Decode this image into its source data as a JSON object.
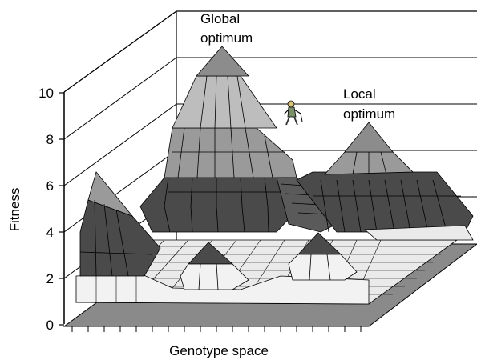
{
  "figure": {
    "y_axis": {
      "title": "Fitness",
      "ticks": [
        "0",
        "2",
        "4",
        "6",
        "8",
        "10"
      ]
    },
    "x_axis": {
      "title": "Genotype space"
    },
    "annotations": {
      "global_optimum": [
        "Global",
        "optimum"
      ],
      "local_optimum": [
        "Local",
        "optimum"
      ]
    },
    "illustration": {
      "climber": "hiker-climbing-icon"
    },
    "colors": {
      "peak_top": "#8c8c8c",
      "light_band": "#bdbdbd",
      "mid_band": "#9a9a9a",
      "dark_band": "#4a4a4a",
      "floor": "#eaeaea",
      "base_plane": "#8a8a8a"
    }
  }
}
